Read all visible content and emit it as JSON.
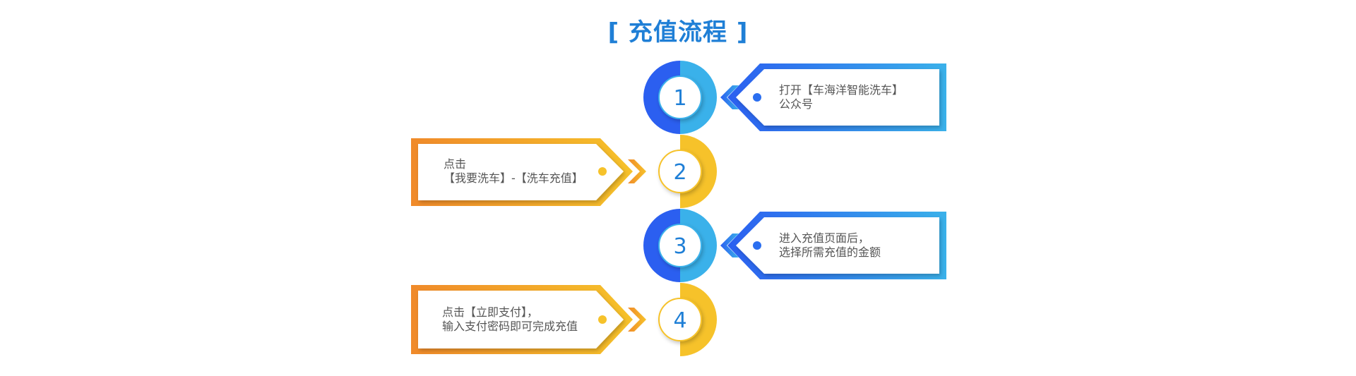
{
  "title": "[ 充值流程 ]",
  "colors": {
    "blue_dark": "#2b5ff0",
    "blue_light": "#3ab1ea",
    "orange": "#f08a2a",
    "yellow": "#f6c22a",
    "number": "#1f7fd6",
    "text": "#555555"
  },
  "steps": [
    {
      "number": "1",
      "line1": "打开【车海洋智能洗车】",
      "line2": "公众号"
    },
    {
      "number": "2",
      "line1": "点击",
      "line2": "【我要洗车】-【洗车充值】"
    },
    {
      "number": "3",
      "line1": "进入充值页面后，",
      "line2": "选择所需充值的金额"
    },
    {
      "number": "4",
      "line1": "点击【立即支付】，",
      "line2": "输入支付密码即可完成充值"
    }
  ]
}
